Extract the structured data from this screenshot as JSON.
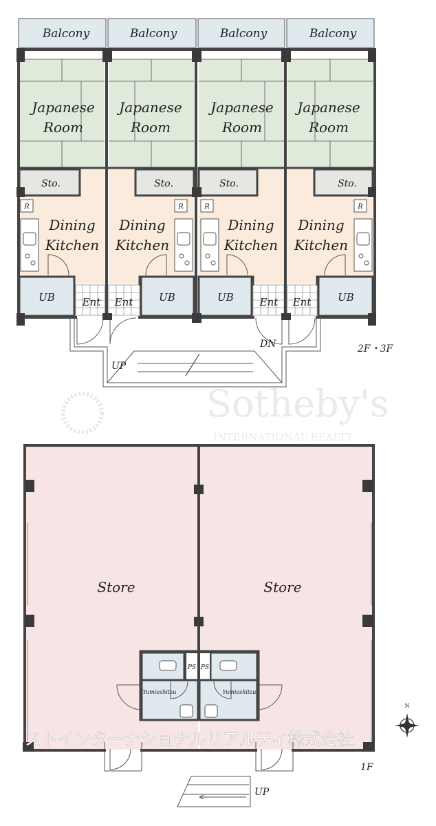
{
  "upper_floor": {
    "floor_label": "2F・3F",
    "units": [
      {
        "balcony": "Balcony",
        "japanese_room": [
          "Japanese",
          "Room"
        ],
        "storage": "Sto.",
        "fridge": "R",
        "dining_kitchen": [
          "Dining",
          "Kitchen"
        ],
        "bath": "UB",
        "entrance": "Ent"
      },
      {
        "balcony": "Balcony",
        "japanese_room": [
          "Japanese",
          "Room"
        ],
        "storage": "Sto.",
        "fridge": "R",
        "dining_kitchen": [
          "Dining",
          "Kitchen"
        ],
        "bath": "UB",
        "entrance": "Ent"
      },
      {
        "balcony": "Balcony",
        "japanese_room": [
          "Japanese",
          "Room"
        ],
        "storage": "Sto.",
        "fridge": "R",
        "dining_kitchen": [
          "Dining",
          "Kitchen"
        ],
        "bath": "UB",
        "entrance": "Ent"
      },
      {
        "balcony": "Balcony",
        "japanese_room": [
          "Japanese",
          "Room"
        ],
        "storage": "Sto.",
        "fridge": "R",
        "dining_kitchen": [
          "Dining",
          "Kitchen"
        ],
        "bath": "UB",
        "entrance": "Ent"
      }
    ],
    "stairs_up": "UP",
    "stairs_down": "DN"
  },
  "ground_floor": {
    "floor_label": "1F",
    "stores": [
      "Store",
      "Store"
    ],
    "pipe_spaces": [
      "PS",
      "PS"
    ],
    "washrooms": [
      "Yumieshitsu",
      "Yumieshitsu"
    ],
    "stairs_up": "UP"
  },
  "compass": {
    "north": "N"
  },
  "watermark": {
    "brand": "Sotheby's",
    "tagline": "INTERNATIONAL REALTY",
    "footer": "ストインターナショナルリアルティ株式会社"
  },
  "colors": {
    "japanese_room": "#dfeadb",
    "dining_kitchen": "#fbebdc",
    "bath": "#dfe9ee",
    "storage": "#e6e6e2",
    "store": "#f7e5e5",
    "wall": "#444444"
  }
}
